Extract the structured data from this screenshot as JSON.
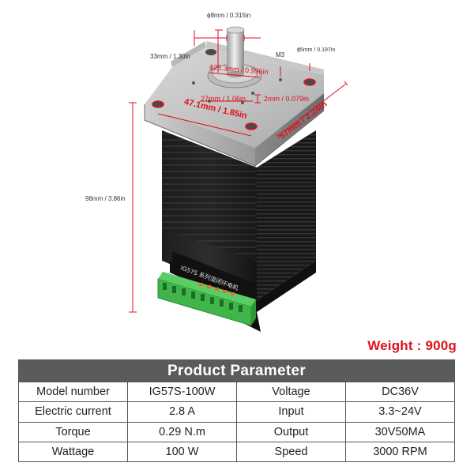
{
  "dimensions": {
    "shaft_diameter": "ϕ8mm / 0.315in",
    "shaft_height": "33mm / 1.30in",
    "screw": "M3",
    "hole_diameter": "ϕ5mm / 0.197in",
    "boss_diameter": "ϕ25.3mm / 0.996in",
    "hole_spacing": "27mm / 1.06in",
    "boss_height": "2mm / 0.079in",
    "mount_width": "47.1mm / 1.85in",
    "flange_width": "57mm / 2.24in",
    "body_length": "98mm / 3.86in"
  },
  "motor_label": {
    "model": "IG57S",
    "chinese": "系列混闭环电机"
  },
  "weight": "Weight : 900g",
  "table": {
    "title": "Product Parameter",
    "rows": [
      [
        "Model number",
        "IG57S-100W",
        "Voltage",
        "DC36V"
      ],
      [
        "Electric current",
        "2.8 A",
        "Input",
        "3.3~24V"
      ],
      [
        "Torque",
        "0.29 N.m",
        "Output",
        "30V50MA"
      ],
      [
        "Wattage",
        "100 W",
        "Speed",
        "3000 RPM"
      ]
    ]
  },
  "colors": {
    "dimension_red": "#e0101c",
    "title_bar": "#5b5b5b",
    "connector_green": "#3fb54a"
  }
}
